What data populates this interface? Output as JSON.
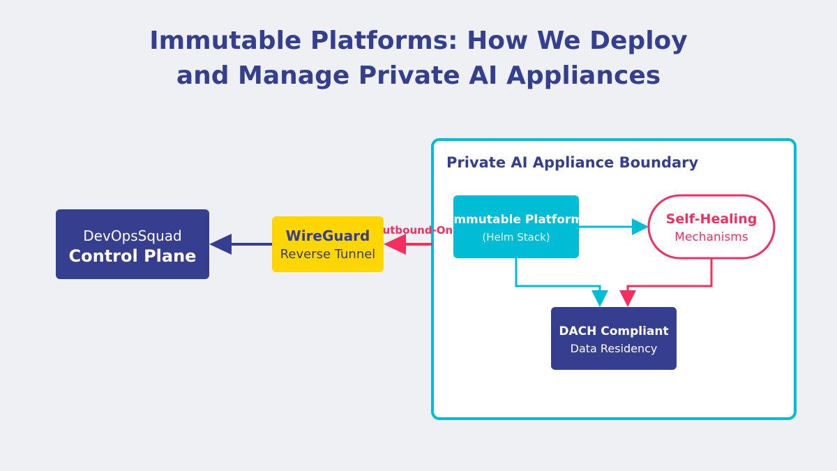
{
  "title": {
    "line1": "Immutable Platforms: How We Deploy",
    "line2": "and Manage Private AI Appliances"
  },
  "boundary": {
    "label": "Private AI Appliance Boundary"
  },
  "nodes": {
    "control_plane": {
      "line1": "DevOpsSquad",
      "line2": "Control Plane"
    },
    "wireguard": {
      "line1": "WireGuard",
      "line2": "Reverse Tunnel"
    },
    "immutable_platform": {
      "line1": "Immutable Platform",
      "line2": "(Helm Stack)"
    },
    "self_healing": {
      "line1": "Self-Healing",
      "line2": "Mechanisms"
    },
    "dach": {
      "line1": "DACH Compliant",
      "line2": "Data Residency"
    }
  },
  "edges": {
    "outbound_label": "Outbound-Only"
  },
  "colors": {
    "navy": "#363e8f",
    "cyan": "#00bcd4",
    "yellow": "#ffd600",
    "pink": "#f42e5f",
    "background": "#eef0f3"
  }
}
